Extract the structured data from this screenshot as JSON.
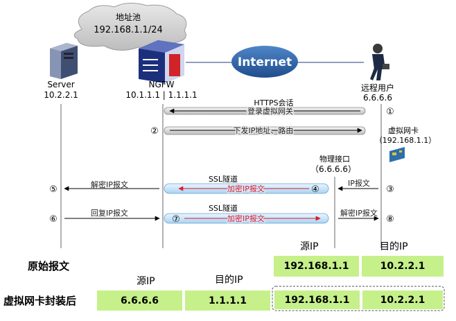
{
  "pool": {
    "title": "地址池",
    "range": "192.168.1.1/24"
  },
  "nodes": {
    "server": {
      "name": "Server",
      "ip": "10.2.2.1"
    },
    "ngfw": {
      "name": "NGFW",
      "ip": "10.1.1.1 | 1.1.1.1"
    },
    "internet": {
      "name": "Internet"
    },
    "user": {
      "name": "远程用户",
      "ip": "6.6.6.6"
    }
  },
  "virtual_nic": {
    "label": "虚拟网卡",
    "ip": "（192.168.1.1）"
  },
  "physical_port": {
    "label": "物理接口",
    "ip": "（6.6.6.6）"
  },
  "flows": {
    "https_session": "HTTPS会话",
    "login": "登录虚拟网关",
    "issue": "下发IP地址、路由",
    "ssl1": "SSL隧道",
    "ssl1_inner": "加密IP报文",
    "decrypt_ip": "解密IP报文",
    "ip_packet": "IP报文",
    "ssl2": "SSL隧道",
    "ssl2_inner": "加密IP报文",
    "reply_ip": "回复IP报文",
    "decrypt_ip2": "解密IP报文"
  },
  "steps": {
    "s1": "①",
    "s2": "②",
    "s3": "③",
    "s4": "④",
    "s5": "⑤",
    "s6": "⑥",
    "s7": "⑦",
    "s8": "⑧"
  },
  "table": {
    "header_src": "源IP",
    "header_dst": "目的IP",
    "original_label": "原始报文",
    "original_src": "192.168.1.1",
    "original_dst": "10.2.2.1",
    "header2_src": "源IP",
    "header2_dst": "目的IP",
    "encap_label": "虚拟网卡封装后",
    "encap_outer_src": "6.6.6.6",
    "encap_outer_dst": "1.1.1.1",
    "encap_inner_src": "192.168.1.1",
    "encap_inner_dst": "10.2.2.1"
  }
}
